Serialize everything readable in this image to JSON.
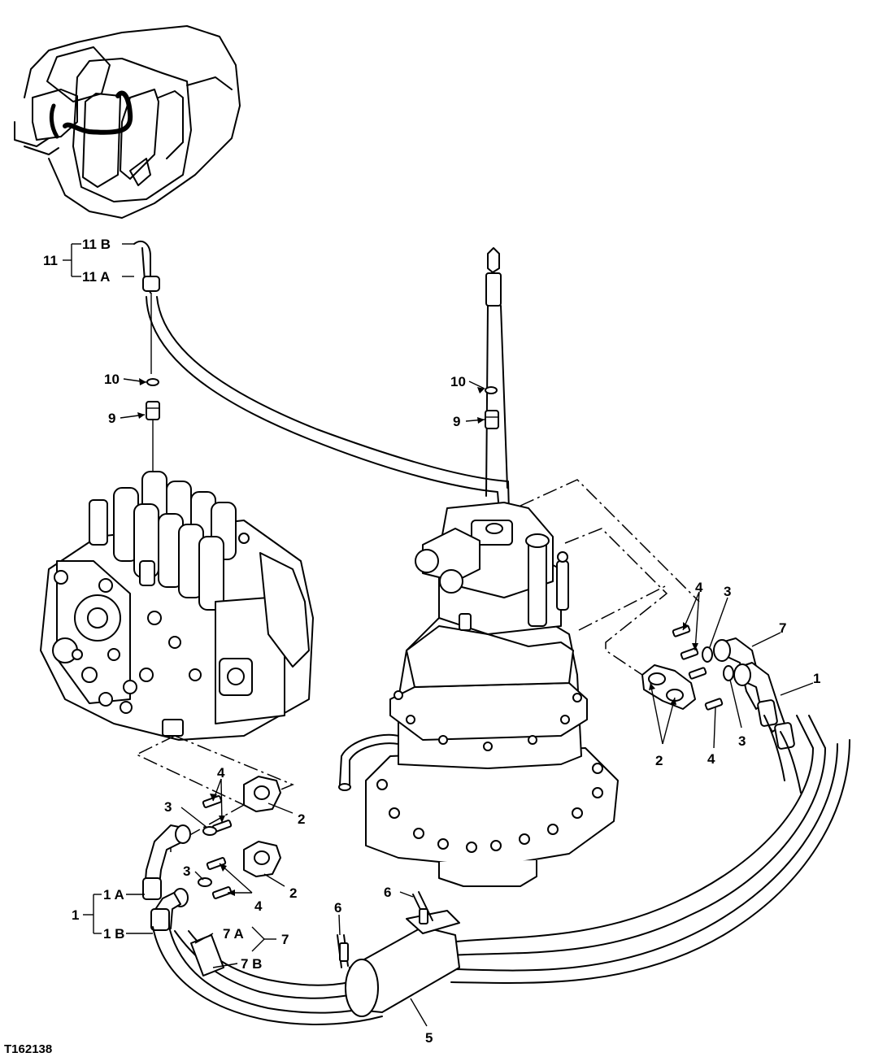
{
  "figure_ref": "T162138",
  "callouts": {
    "c11": "11",
    "c11a": "11 A",
    "c11b": "11 B",
    "c10_left": "10",
    "c9_left": "9",
    "c10_right": "10",
    "c9_right": "9",
    "c4_right_top": "4",
    "c3_right_top": "3",
    "c7_right": "7",
    "c1_right": "1",
    "c2_right": "2",
    "c4_right_bottom": "4",
    "c3_right_bottom": "3",
    "c4_left_top": "4",
    "c3_left_top": "3",
    "c2_left_top": "2",
    "c3_left_bottom": "3",
    "c2_left_bottom": "2",
    "c4_left_bottom": "4",
    "c1_left": "1",
    "c1a": "1 A",
    "c1b": "1 B",
    "c7a": "7 A",
    "c7b": "7 B",
    "c7_left": "7",
    "c6_left": "6",
    "c6_right": "6",
    "c5": "5"
  }
}
